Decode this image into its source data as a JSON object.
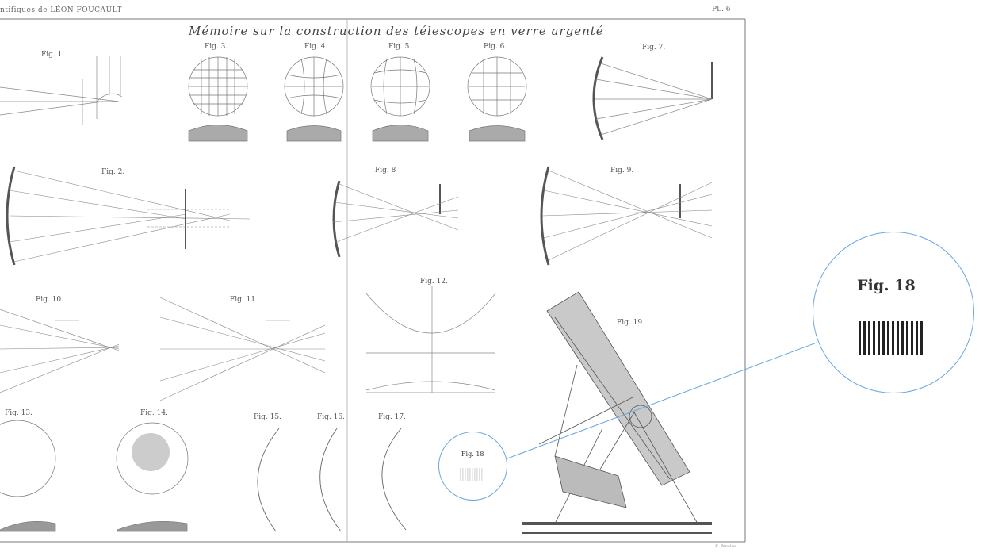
{
  "header": {
    "left": "ntifiques de LÉON FOUCAULT",
    "right": "PL. 6"
  },
  "title": "Mémoire sur la construction des télescopes en verre argenté",
  "figures": {
    "f1": "Fig. 1.",
    "f2": "Fig. 2.",
    "f3": "Fig. 3.",
    "f4": "Fig. 4.",
    "f5": "Fig. 5.",
    "f6": "Fig. 6.",
    "f7": "Fig. 7.",
    "f8": "Fig. 8",
    "f9": "Fig. 9.",
    "f10": "Fig. 10.",
    "f11": "Fig. 11",
    "f12": "Fig. 12.",
    "f13": "Fig. 13.",
    "f14": "Fig. 14.",
    "f15": "Fig. 15.",
    "f16": "Fig. 16.",
    "f17": "Fig. 17.",
    "f18": "Fig. 18",
    "f19": "Fig. 19"
  },
  "zoom": {
    "label": "Fig. 18"
  },
  "engraver": "E. Pérat sc",
  "colors": {
    "ink": "#555555",
    "highlight": "#6aa6de"
  }
}
